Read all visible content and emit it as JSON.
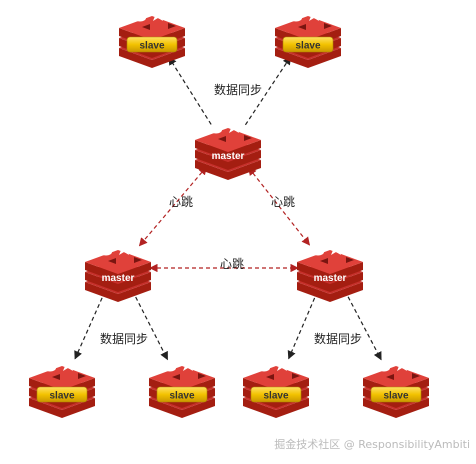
{
  "colors": {
    "redis_red": "#c6302b",
    "redis_dark": "#a41e11",
    "redis_top": "#e0413a",
    "slave_plate": "#f2c200",
    "heartbeat_edge": "#b22222",
    "sync_edge": "#222222"
  },
  "icons": {
    "node": "redis-cube-icon"
  },
  "nodes": [
    {
      "id": "slave-top-left",
      "label": "slave",
      "role": "slave"
    },
    {
      "id": "slave-top-right",
      "label": "slave",
      "role": "slave"
    },
    {
      "id": "master-top",
      "label": "master",
      "role": "master"
    },
    {
      "id": "master-left",
      "label": "master",
      "role": "master"
    },
    {
      "id": "master-right",
      "label": "master",
      "role": "master"
    },
    {
      "id": "slave-bottom-1",
      "label": "slave",
      "role": "slave"
    },
    {
      "id": "slave-bottom-2",
      "label": "slave",
      "role": "slave"
    },
    {
      "id": "slave-bottom-3",
      "label": "slave",
      "role": "slave"
    },
    {
      "id": "slave-bottom-4",
      "label": "slave",
      "role": "slave"
    }
  ],
  "edges": [
    {
      "from": "master-top",
      "to": "slave-top-left",
      "kind": "sync"
    },
    {
      "from": "master-top",
      "to": "slave-top-right",
      "kind": "sync"
    },
    {
      "from": "master-top",
      "to": "master-left",
      "kind": "heartbeat"
    },
    {
      "from": "master-top",
      "to": "master-right",
      "kind": "heartbeat"
    },
    {
      "from": "master-left",
      "to": "master-right",
      "kind": "heartbeat"
    },
    {
      "from": "master-left",
      "to": "slave-bottom-1",
      "kind": "sync"
    },
    {
      "from": "master-left",
      "to": "slave-bottom-2",
      "kind": "sync"
    },
    {
      "from": "master-right",
      "to": "slave-bottom-3",
      "kind": "sync"
    },
    {
      "from": "master-right",
      "to": "slave-bottom-4",
      "kind": "sync"
    }
  ],
  "edge_labels": {
    "sync_top": "数据同步",
    "heartbeat_left": "心跳",
    "heartbeat_right": "心跳",
    "heartbeat_middle": "心跳",
    "sync_left": "数据同步",
    "sync_right": "数据同步"
  },
  "watermark": "掘金技术社区 @ ResponsibilityAmbiti"
}
